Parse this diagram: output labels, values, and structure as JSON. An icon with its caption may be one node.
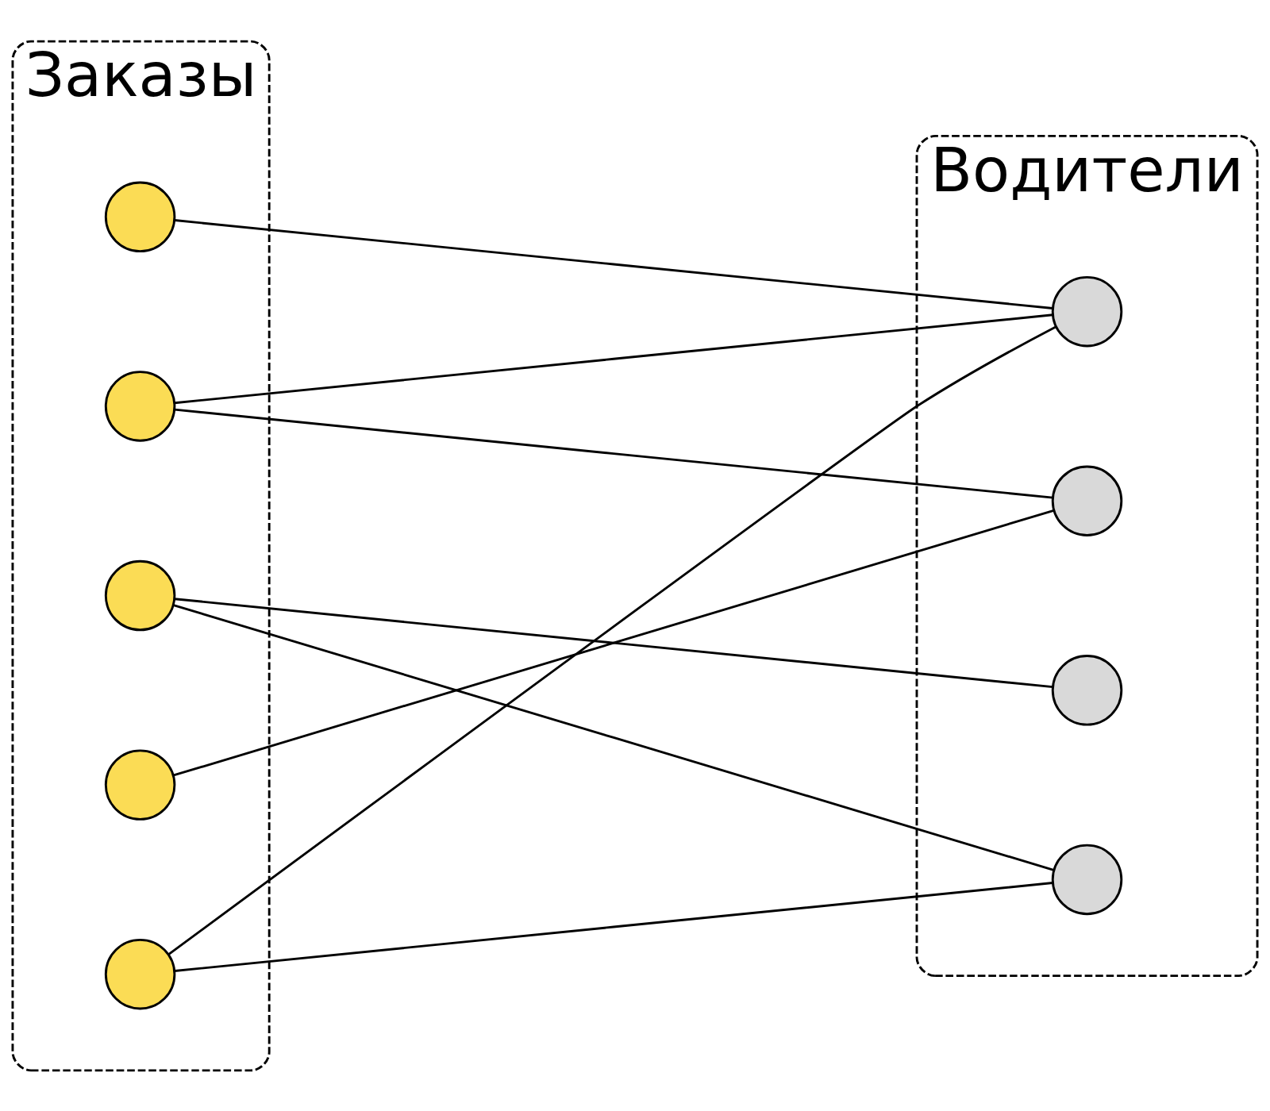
{
  "diagram": {
    "nodes": [
      {
        "text": [
          "Заказы"
        ]
      },
      {
        "text": [],
        "shape": "circle",
        "in": 0
      },
      {
        "text": [],
        "shape": "circle",
        "in": 0
      },
      {
        "text": [],
        "shape": "circle",
        "in": 0
      },
      {
        "text": [],
        "shape": "circle",
        "in": 0
      },
      {
        "text": [],
        "shape": "circle",
        "in": 0
      },
      {
        "text": [
          "Водители"
        ]
      },
      {
        "text": [],
        "shape": "circle",
        "in": 6
      },
      {
        "text": [],
        "shape": "circle",
        "in": 6
      },
      {
        "text": [],
        "shape": "circle",
        "in": 6
      },
      {
        "text": [],
        "shape": "circle",
        "in": 6
      }
    ],
    "edges": [
      {
        "from": 1,
        "to": 7,
        "arrow": "none"
      },
      {
        "from": 2,
        "to": 7,
        "arrow": "none"
      },
      {
        "from": 2,
        "to": 8,
        "arrow": "none"
      },
      {
        "from": 3,
        "to": 9,
        "arrow": "none"
      },
      {
        "from": 3,
        "to": 10,
        "arrow": "none"
      },
      {
        "from": 4,
        "to": 8,
        "arrow": "none"
      },
      {
        "from": 5,
        "to": 7,
        "arrow": "none"
      },
      {
        "from": 5,
        "to": 10,
        "arrow": "none"
      }
    ]
  }
}
